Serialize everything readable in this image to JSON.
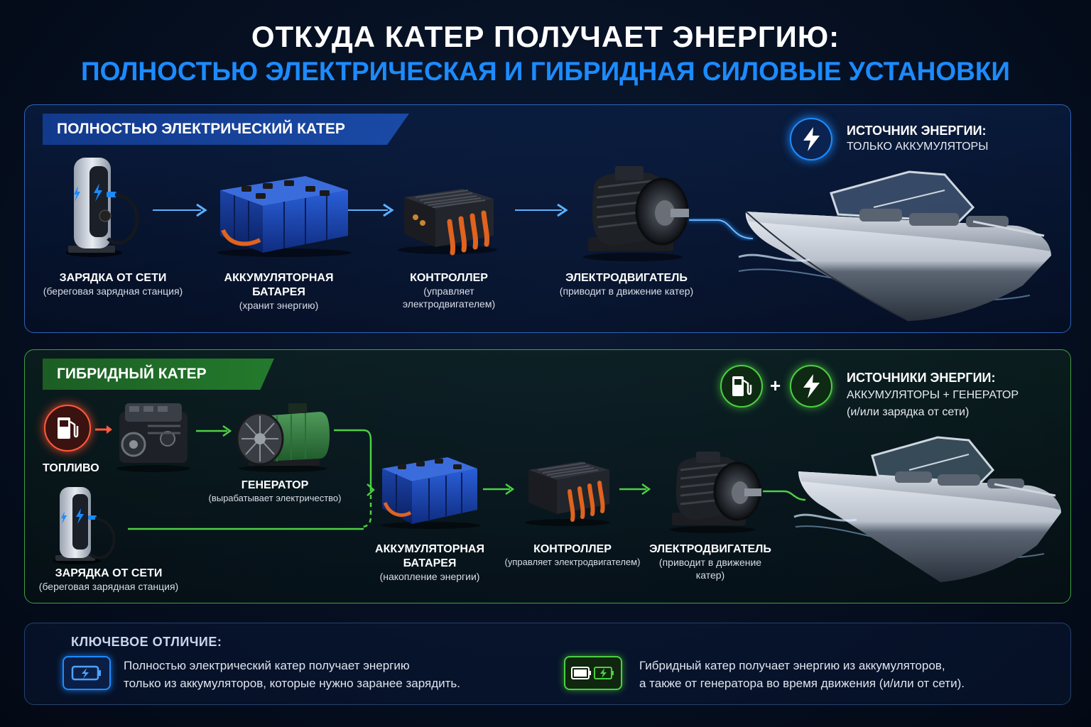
{
  "header": {
    "title": "ОТКУДА КАТЕР ПОЛУЧАЕТ ЭНЕРГИЮ:",
    "subtitle": "ПОЛНОСТЬЮ ЭЛЕКТРИЧЕСКАЯ И ГИБРИДНАЯ СИЛОВЫЕ УСТАНОВКИ"
  },
  "electric": {
    "tag": "ПОЛНОСТЬЮ ЭЛЕКТРИЧЕСКИЙ КАТЕР",
    "source_title": "ИСТОЧНИК ЭНЕРГИИ:",
    "source_sub": "ТОЛЬКО АККУМУЛЯТОРЫ",
    "charging": {
      "name": "ЗАРЯДКА ОТ СЕТИ",
      "desc": "(береговая зарядная станция)"
    },
    "battery": {
      "name": "АККУМУЛЯТОРНАЯ БАТАРЕЯ",
      "desc": "(хранит энергию)"
    },
    "controller": {
      "name": "КОНТРОЛЛЕР",
      "desc": "(управляет электродвигателем)"
    },
    "motor": {
      "name": "ЭЛЕКТРОДВИГАТЕЛЬ",
      "desc": "(приводит в движение катер)"
    }
  },
  "hybrid": {
    "tag": "ГИБРИДНЫЙ КАТЕР",
    "source_title": "ИСТОЧНИКИ ЭНЕРГИИ:",
    "source_sub": "АККУМУЛЯТОРЫ + ГЕНЕРАТОР",
    "source_sub2": "(и/или зарядка от сети)",
    "plus": "+",
    "fuel": {
      "name": "ТОПЛИВО"
    },
    "generator": {
      "name": "ГЕНЕРАТОР",
      "desc": "(вырабатывает электричество)"
    },
    "charging": {
      "name": "ЗАРЯДКА ОТ СЕТИ",
      "desc": "(береговая зарядная станция)"
    },
    "battery": {
      "name": "АККУМУЛЯТОРНАЯ БАТАРЕЯ",
      "desc": "(накопление энергии)"
    },
    "controller": {
      "name": "КОНТРОЛЛЕР",
      "desc": "(управляет электродвигателем)"
    },
    "motor": {
      "name": "ЭЛЕКТРОДВИГАТЕЛЬ",
      "desc": "(приводит в движение катер)"
    }
  },
  "key": {
    "title": "КЛЮЧЕВОЕ ОТЛИЧИЕ:",
    "electric_line1": "Полностью электрический катер получает энергию",
    "electric_line2": "только из аккумуляторов, которые нужно заранее зарядить.",
    "hybrid_line1": "Гибридный катер получает энергию из аккумуляторов,",
    "hybrid_line2": "а также от генератора во время движения (и/или от сети)."
  },
  "colors": {
    "electric_accent": "#1c8bff",
    "hybrid_accent": "#4cd043",
    "fuel_accent": "#ff5a3c",
    "background": "#061022"
  },
  "icons": [
    "lightning-icon",
    "fuel-pump-icon",
    "battery-icon",
    "charging-station-icon",
    "battery-pack-icon",
    "controller-icon",
    "electric-motor-icon",
    "engine-icon",
    "generator-icon",
    "boat-icon",
    "arrow-icon"
  ]
}
